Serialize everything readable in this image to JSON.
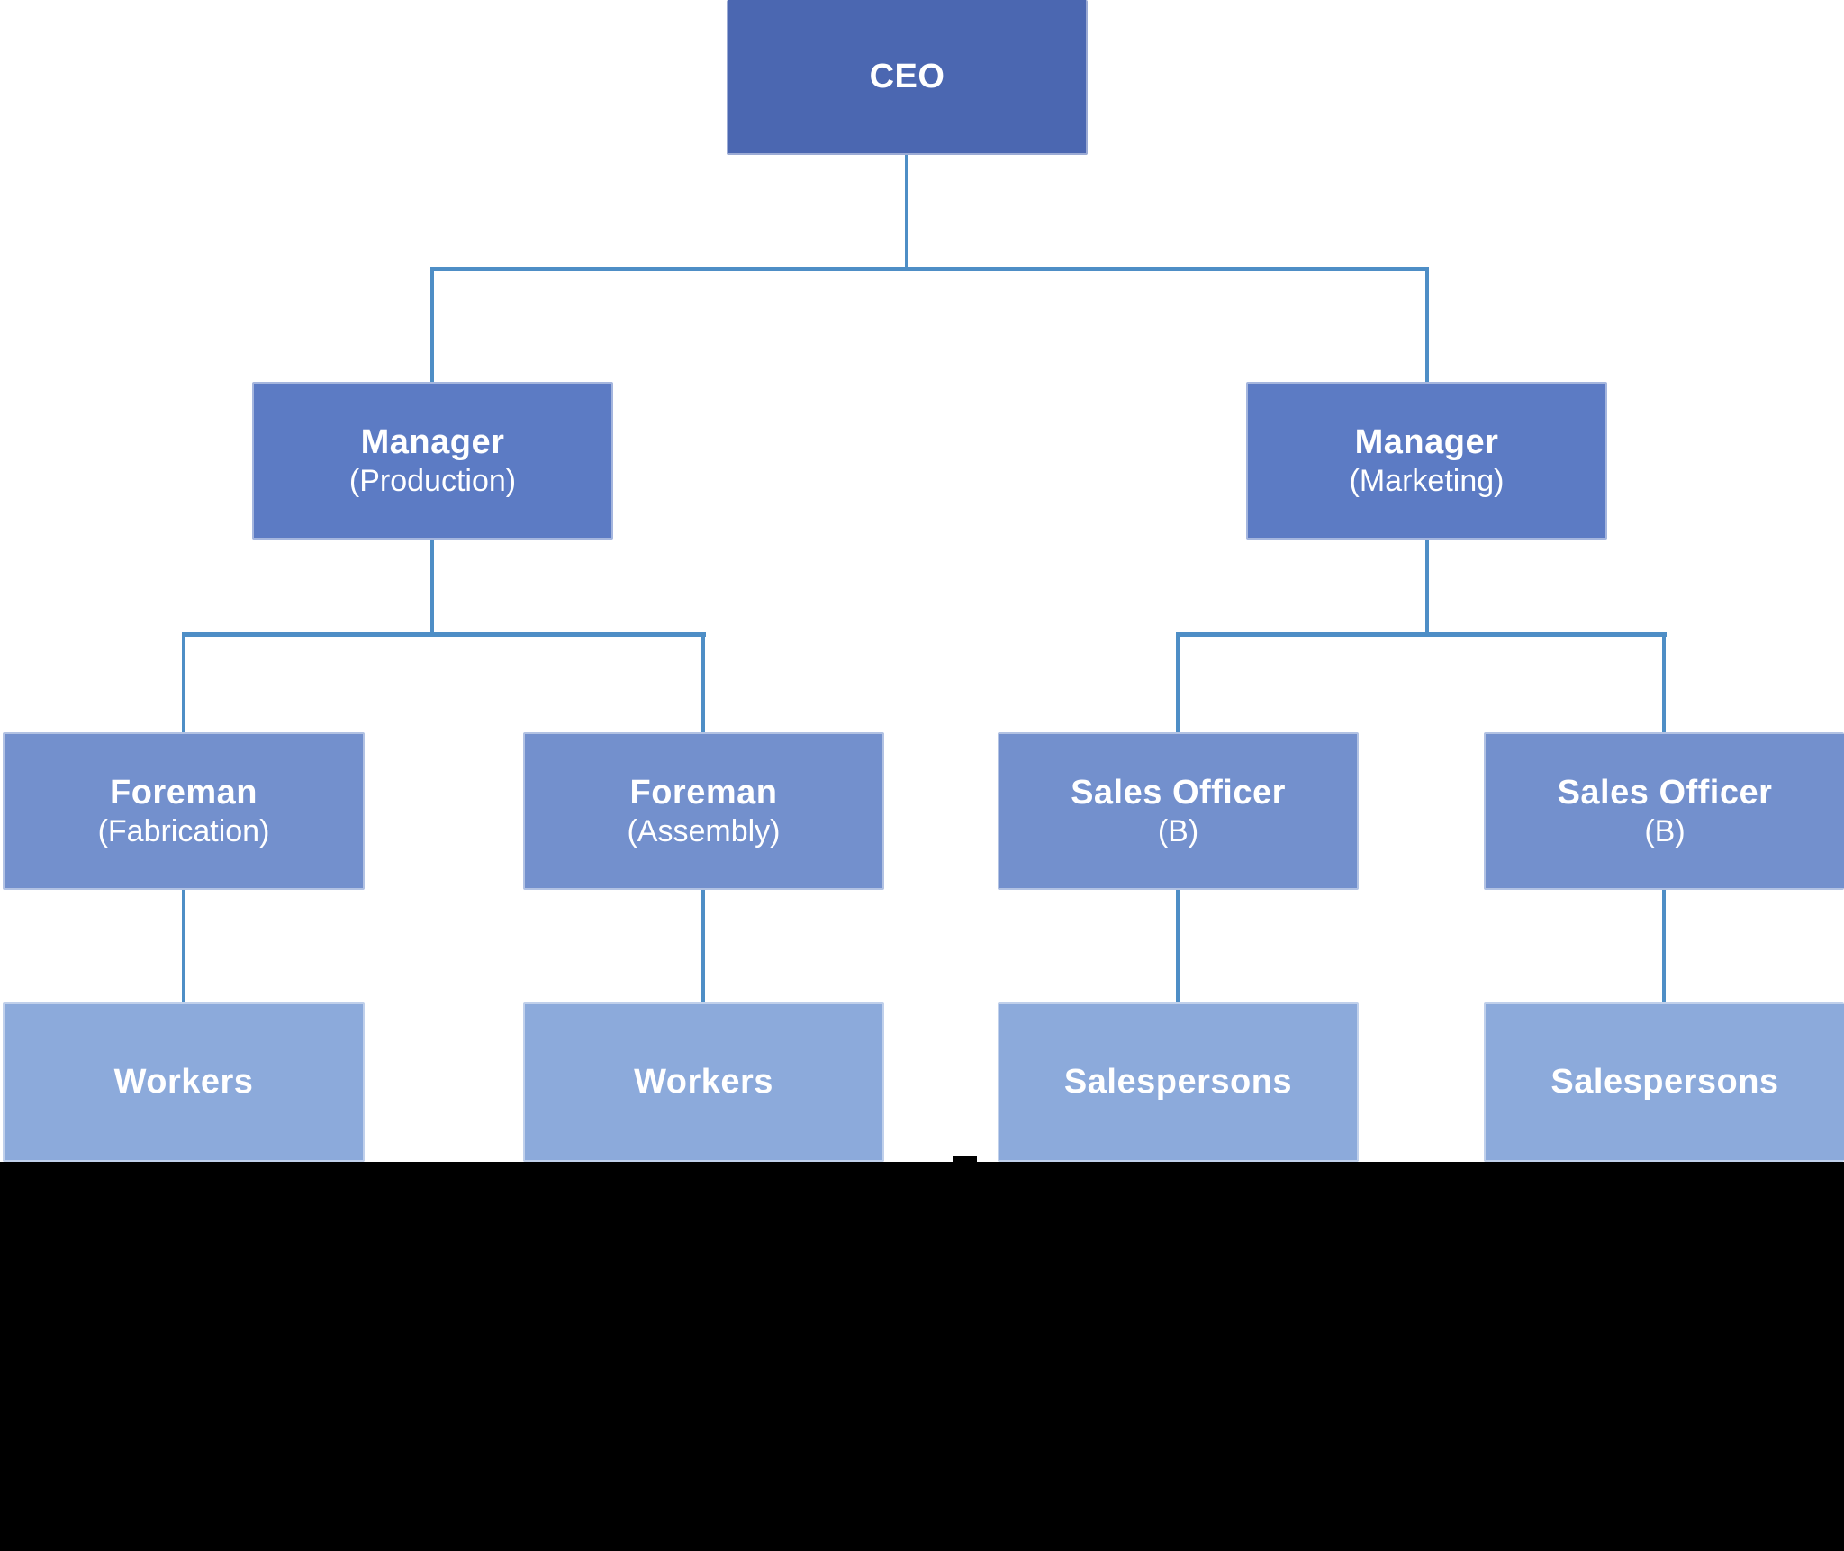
{
  "diagram": {
    "type": "org-chart",
    "nodes": {
      "ceo": {
        "title": "CEO",
        "subtitle": "",
        "level": 1,
        "reports_to": null
      },
      "manager_production": {
        "title": "Manager",
        "subtitle": "(Production)",
        "level": 2,
        "reports_to": "ceo"
      },
      "manager_marketing": {
        "title": "Manager",
        "subtitle": "(Marketing)",
        "level": 2,
        "reports_to": "ceo"
      },
      "foreman_fabrication": {
        "title": "Foreman",
        "subtitle": "(Fabrication)",
        "level": 3,
        "reports_to": "manager_production"
      },
      "foreman_assembly": {
        "title": "Foreman",
        "subtitle": "(Assembly)",
        "level": 3,
        "reports_to": "manager_production"
      },
      "sales_officer_b1": {
        "title": "Sales Officer",
        "subtitle": "(B)",
        "level": 3,
        "reports_to": "manager_marketing"
      },
      "sales_officer_b2": {
        "title": "Sales Officer",
        "subtitle": "(B)",
        "level": 3,
        "reports_to": "manager_marketing"
      },
      "workers_fabrication": {
        "title": "Workers",
        "subtitle": "",
        "level": 4,
        "reports_to": "foreman_fabrication"
      },
      "workers_assembly": {
        "title": "Workers",
        "subtitle": "",
        "level": 4,
        "reports_to": "foreman_assembly"
      },
      "salespersons_b1": {
        "title": "Salespersons",
        "subtitle": "",
        "level": 4,
        "reports_to": "sales_officer_b1"
      },
      "salespersons_b2": {
        "title": "Salespersons",
        "subtitle": "",
        "level": 4,
        "reports_to": "sales_officer_b2"
      }
    },
    "colors": {
      "level1": "#4B67B1",
      "level2": "#5C7BC4",
      "level3": "#7390CD",
      "level4": "#8CAADB",
      "connector": "#4E8EC6",
      "text": "#FFFFFF",
      "redaction": "#000000"
    }
  }
}
